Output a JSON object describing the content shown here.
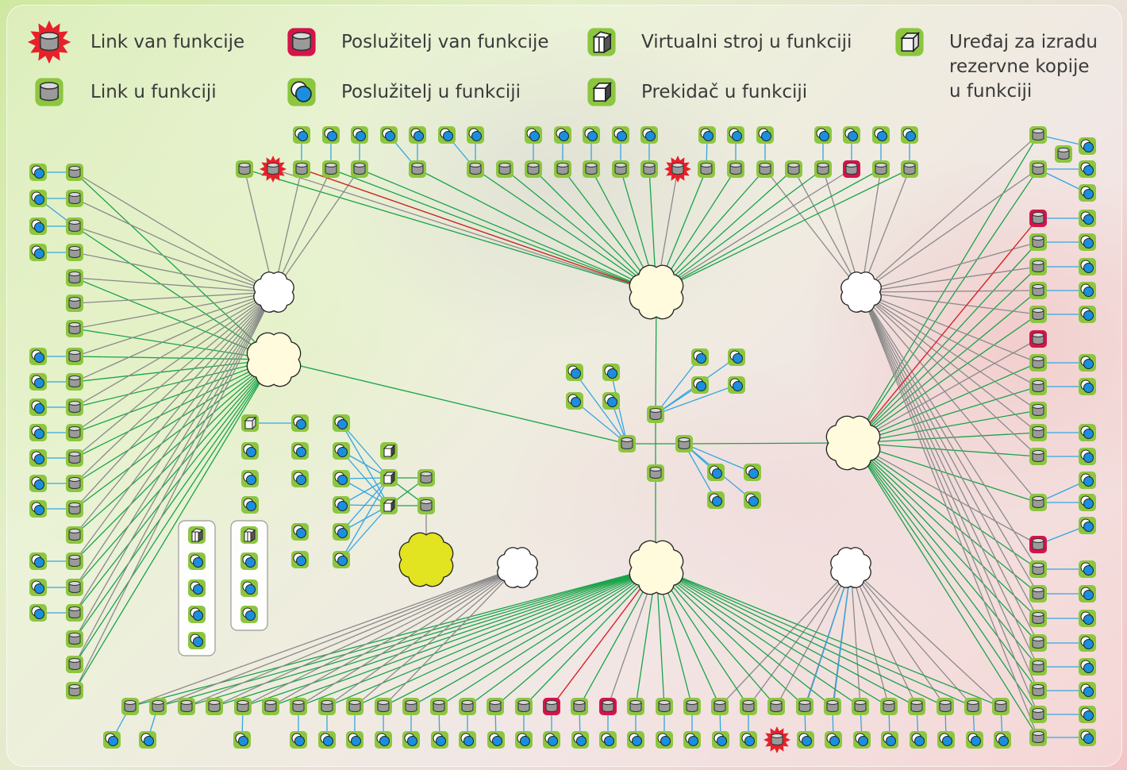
{
  "legend": {
    "link_down": "Link van funkcije",
    "link_up": "Link u funkciji",
    "server_down": "Poslužitelj van funkcije",
    "server_up": "Poslužitelj u funkciji",
    "vm_up": "Virtualni stroj u funkciji",
    "switch_up": "Prekidač u funkciji",
    "backup_up": "Uređaj za izradu\nrezervne kopije\nu funkciji"
  },
  "colors": {
    "tile": "#8cc63f",
    "tile_down": "#d4144a",
    "burst": "#e8202a",
    "drum": "#9a9a9a",
    "ball": "#1a8fe0",
    "line_green": "#1aa34a",
    "line_gray": "#8a8a8a",
    "line_red": "#e02020",
    "line_blue": "#34a6e0",
    "cloud_white": "#ffffff",
    "cloud_cream": "#fffbdc",
    "cloud_yellow": "#e2e321"
  }
}
